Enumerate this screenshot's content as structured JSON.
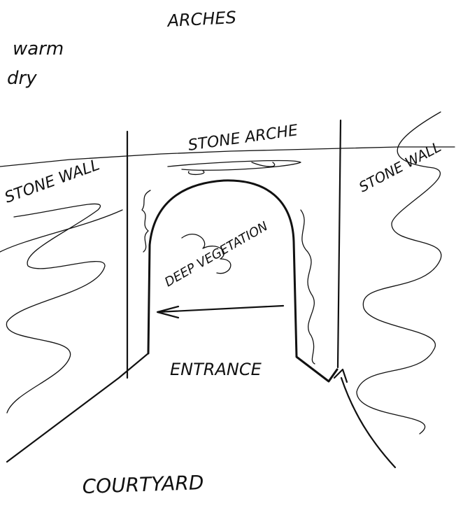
{
  "title": "ARCHES",
  "notes": [
    "warm",
    "dry"
  ],
  "labels": {
    "stone_arch": "STONE ARCHE",
    "stone_wall_left": "STONE WALL",
    "stone_wall_right": "STONE WALL",
    "vegetation": "DEEP VEGETATION",
    "entrance": "ENTRANCE",
    "courtyard": "COURTYARD"
  }
}
